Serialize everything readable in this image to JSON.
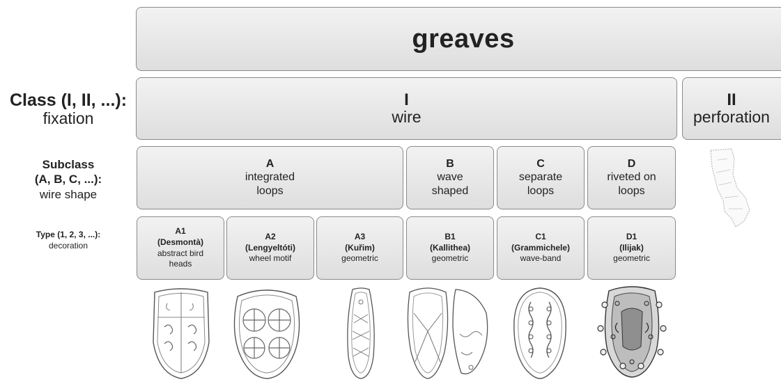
{
  "title": "greaves",
  "row_labels": {
    "class": {
      "heading": "Class (I, II, ...):",
      "sub": "fixation"
    },
    "subclass": {
      "line1": "Subclass",
      "line2": "(A, B, C, ...):",
      "sub": "wire shape"
    },
    "type": {
      "heading": "Type (1, 2, 3, ...):",
      "sub": "decoration"
    }
  },
  "classes": [
    {
      "code": "I",
      "desc": "wire"
    },
    {
      "code": "II",
      "desc": "perforation"
    }
  ],
  "subclasses": [
    {
      "code": "A",
      "desc1": "integrated",
      "desc2": "loops"
    },
    {
      "code": "B",
      "desc1": "wave",
      "desc2": "shaped"
    },
    {
      "code": "C",
      "desc1": "separate",
      "desc2": "loops"
    },
    {
      "code": "D",
      "desc1": "riveted on",
      "desc2": "loops"
    }
  ],
  "types": [
    {
      "code": "A1",
      "site": "(Desmontà)",
      "desc": "abstract bird heads"
    },
    {
      "code": "A2",
      "site": "(Lengyeltóti)",
      "desc": "wheel motif"
    },
    {
      "code": "A3",
      "site": "(Kuřim)",
      "desc": "geometric"
    },
    {
      "code": "B1",
      "site": "(Kallithea)",
      "desc": "geometric"
    },
    {
      "code": "C1",
      "site": "(Grammichele)",
      "desc": "wave-band"
    },
    {
      "code": "D1",
      "site": "(Ilijak)",
      "desc": "geometric"
    }
  ]
}
